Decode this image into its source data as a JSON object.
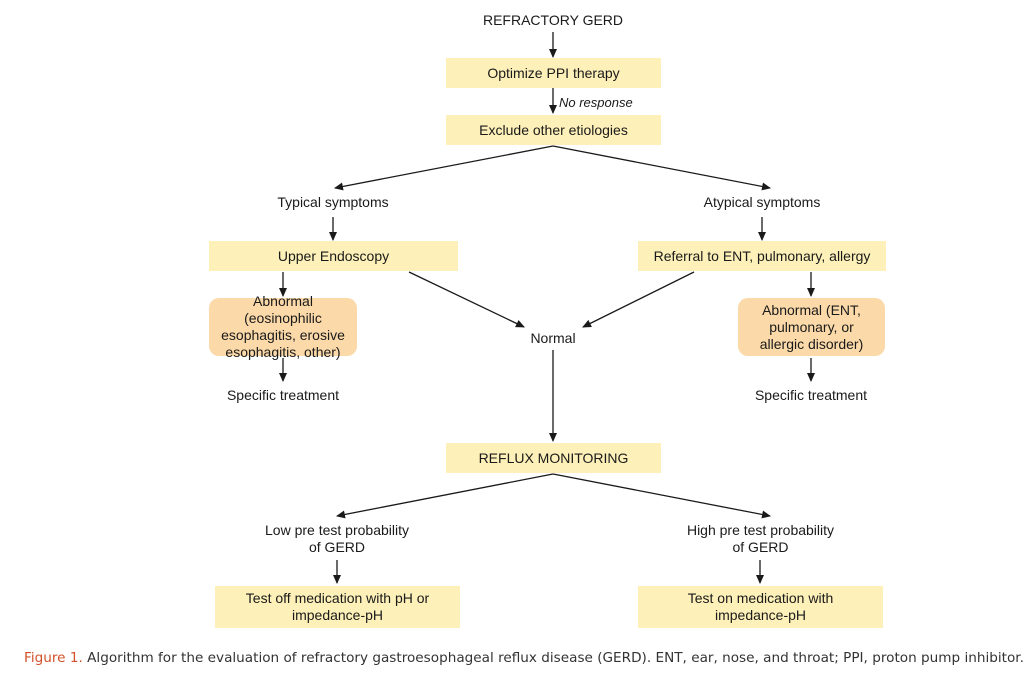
{
  "nodes": {
    "refractory": "REFRACTORY GERD",
    "optimize": "Optimize PPI therapy",
    "no_response": "No response",
    "exclude": "Exclude other etiologies",
    "typical": "Typical symptoms",
    "atypical": "Atypical symptoms",
    "endoscopy": "Upper Endoscopy",
    "referral": "Referral to ENT, pulmonary, allergy",
    "abnormal_left": "Abnormal (eosinophilic esophagitis, erosive esophagitis, other)",
    "normal": "Normal",
    "abnormal_right": "Abnormal (ENT, pulmonary, or allergic disorder)",
    "specific_left": "Specific treatment",
    "specific_right": "Specific treatment",
    "reflux": "REFLUX MONITORING",
    "low_prob": "Low pre test probability of GERD",
    "high_prob": "High pre test probability of GERD",
    "test_off": "Test off medication with pH or impedance-pH",
    "test_on": "Test on medication with impedance-pH"
  },
  "caption": {
    "label": "Figure 1.",
    "text": " Algorithm for the evaluation of refractory gastroesophageal reflux disease (GERD). ENT, ear, nose, and throat; PPI, proton pump inhibitor."
  },
  "colors": {
    "box_fill": "#fdf0b8",
    "abnormal_fill": "#fbd9a8",
    "caption_label": "#d2512a"
  }
}
